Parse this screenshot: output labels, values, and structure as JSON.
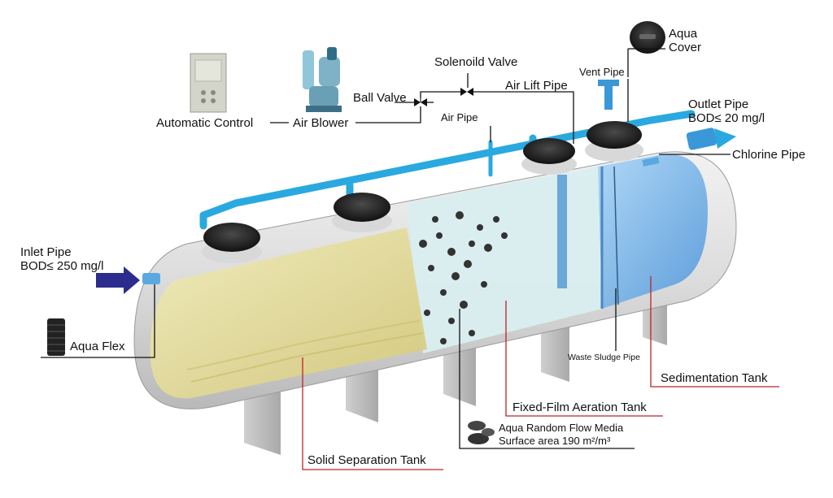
{
  "labels": {
    "aqua_cover": [
      "Aqua",
      "Cover"
    ],
    "solenoid_valve": "Solenoild Valve",
    "vent_pipe": "Vent Pipe",
    "ball_valve": "Ball Valve",
    "air_lift_pipe": "Air Lift Pipe",
    "outlet_pipe": [
      "Outlet Pipe",
      "BOD≤ 20 mg/l"
    ],
    "automatic_control": "Automatic Control",
    "air_blower": "Air Blower",
    "air_pipe": "Air Pipe",
    "chlorine_pipe": "Chlorine Pipe",
    "inlet_pipe": [
      "Inlet Pipe",
      "BOD≤ 250 mg/l"
    ],
    "aqua_flex": "Aqua Flex",
    "waste_sludge_pipe": "Waste Sludge Pipe",
    "sedimentation_tank": "Sedimentation Tank",
    "fixed_film_aeration_tank": "Fixed-Film Aeration Tank",
    "random_flow_media": "Aqua Random Flow Media",
    "surface_area": "Surface area 190 m²/m³",
    "solid_separation_tank": "Solid Separation Tank"
  },
  "colors": {
    "tank_shell": "#dedfe1",
    "solid_tank_fill": "#e8e2a4",
    "aeration_fill": "#d6ecee",
    "sedimentation_fill": "#7fb8ec",
    "air_pipe": "#29a9e0",
    "arrow_inlet": "#2c2c8c",
    "leader_red": "#c0202a",
    "leader_black": "#111111"
  }
}
